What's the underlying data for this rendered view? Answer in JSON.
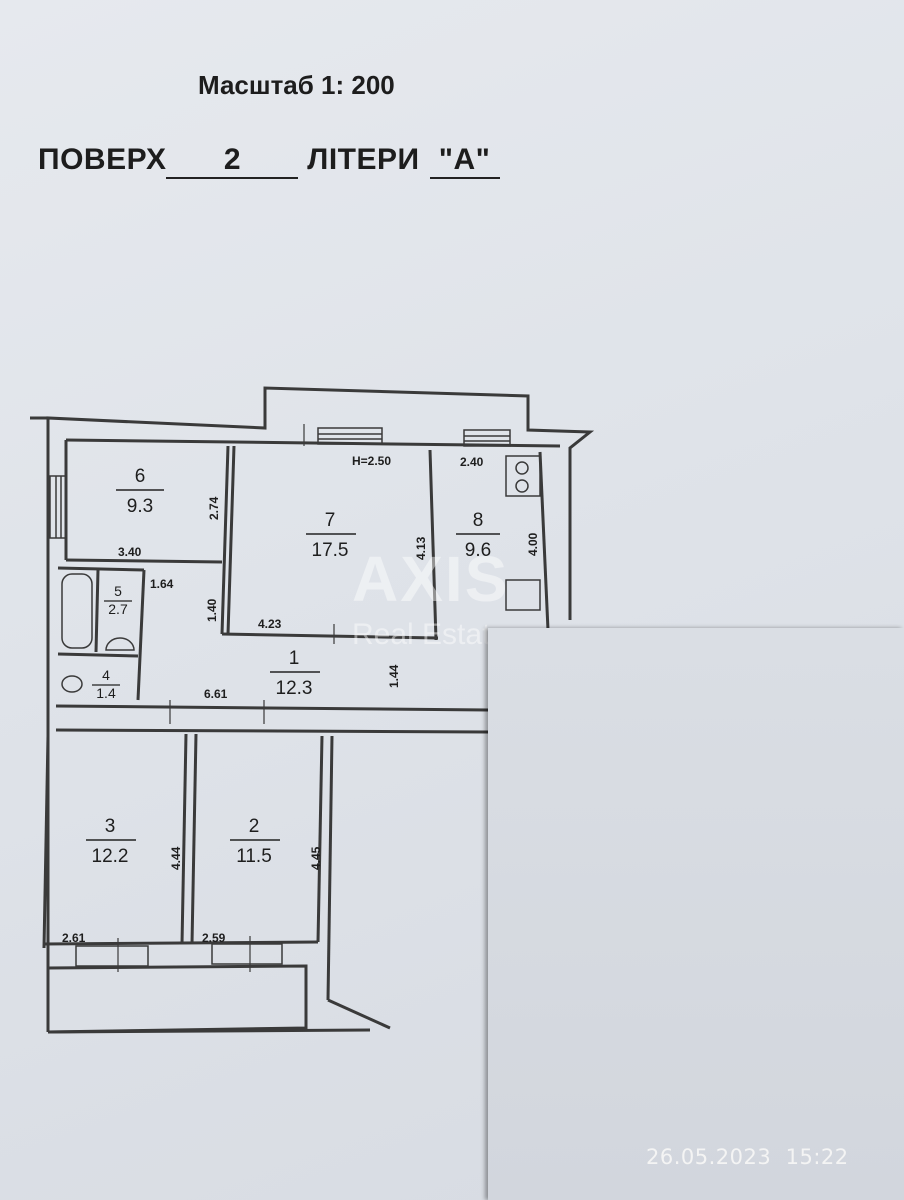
{
  "header": {
    "scale": "Масштаб 1: 200",
    "floor_label": "ПОВЕРХ",
    "floor_number": "2",
    "letters_label": "ЛІТЕРИ",
    "letters_value": "\"А\""
  },
  "plan": {
    "ceiling_height": "Н=2.50",
    "rooms": [
      {
        "number": "1",
        "area": "12.3"
      },
      {
        "number": "2",
        "area": "11.5"
      },
      {
        "number": "3",
        "area": "12.2"
      },
      {
        "number": "4",
        "area": "1.4"
      },
      {
        "number": "5",
        "area": "2.7"
      },
      {
        "number": "6",
        "area": "9.3"
      },
      {
        "number": "7",
        "area": "17.5"
      },
      {
        "number": "8",
        "area": "9.6"
      }
    ],
    "dimensions": {
      "d_274": "2.74",
      "d_340": "3.40",
      "d_164": "1.64",
      "d_140": "1.40",
      "d_423": "4.23",
      "d_413": "4.13",
      "d_240": "2.40",
      "d_400": "4.00",
      "d_144": "1.44",
      "d_661": "6.61",
      "d_444": "4.44",
      "d_445": "4.45",
      "d_261": "2.61",
      "d_259": "2.59"
    }
  },
  "watermark": {
    "brand": "AXIS",
    "sub": "Real Estate"
  },
  "timestamp": {
    "date": "26.05.2023",
    "time": "15:22"
  }
}
